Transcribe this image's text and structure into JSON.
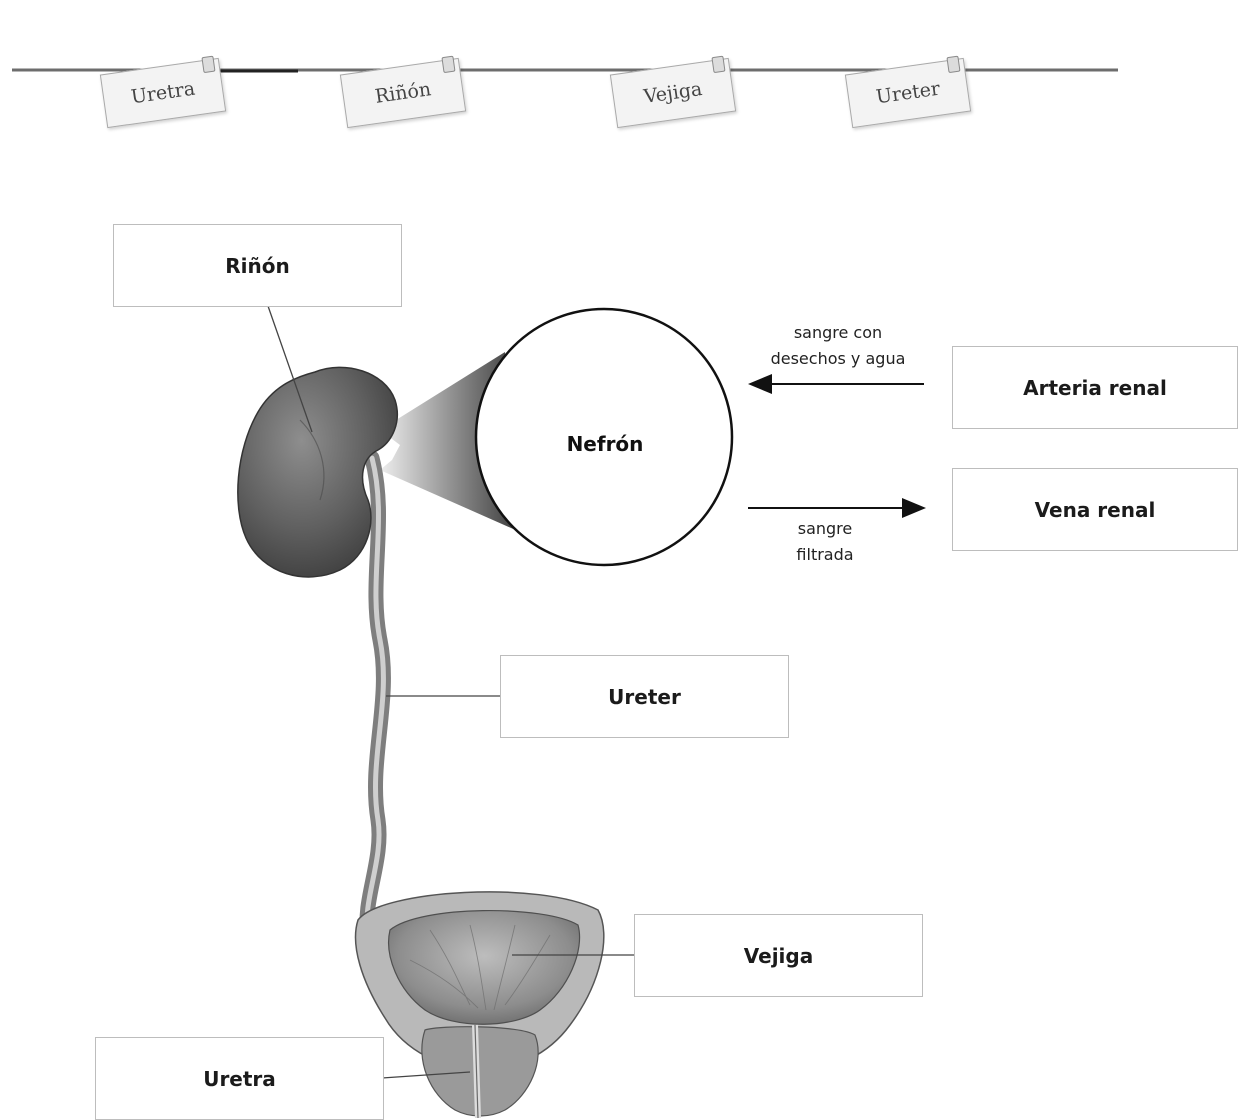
{
  "label_bank": {
    "tags": [
      "Uretra",
      "Riñón",
      "Vejiga",
      "Ureter"
    ]
  },
  "diagram": {
    "boxes": {
      "rinon": "Riñón",
      "ureter": "Ureter",
      "vejiga": "Vejiga",
      "uretra": "Uretra",
      "arteria": "Arteria renal",
      "vena": "Vena renal"
    },
    "nefron": "Nefrón",
    "arrow_in_note": [
      "sangre con",
      "desechos y agua"
    ],
    "arrow_out_note": [
      "sangre",
      "filtrada"
    ]
  },
  "colors": {
    "organ_dark": "#5c5c5c",
    "organ_mid": "#8a8a8a",
    "line": "#555555",
    "box_border": "#bdbdbd"
  }
}
